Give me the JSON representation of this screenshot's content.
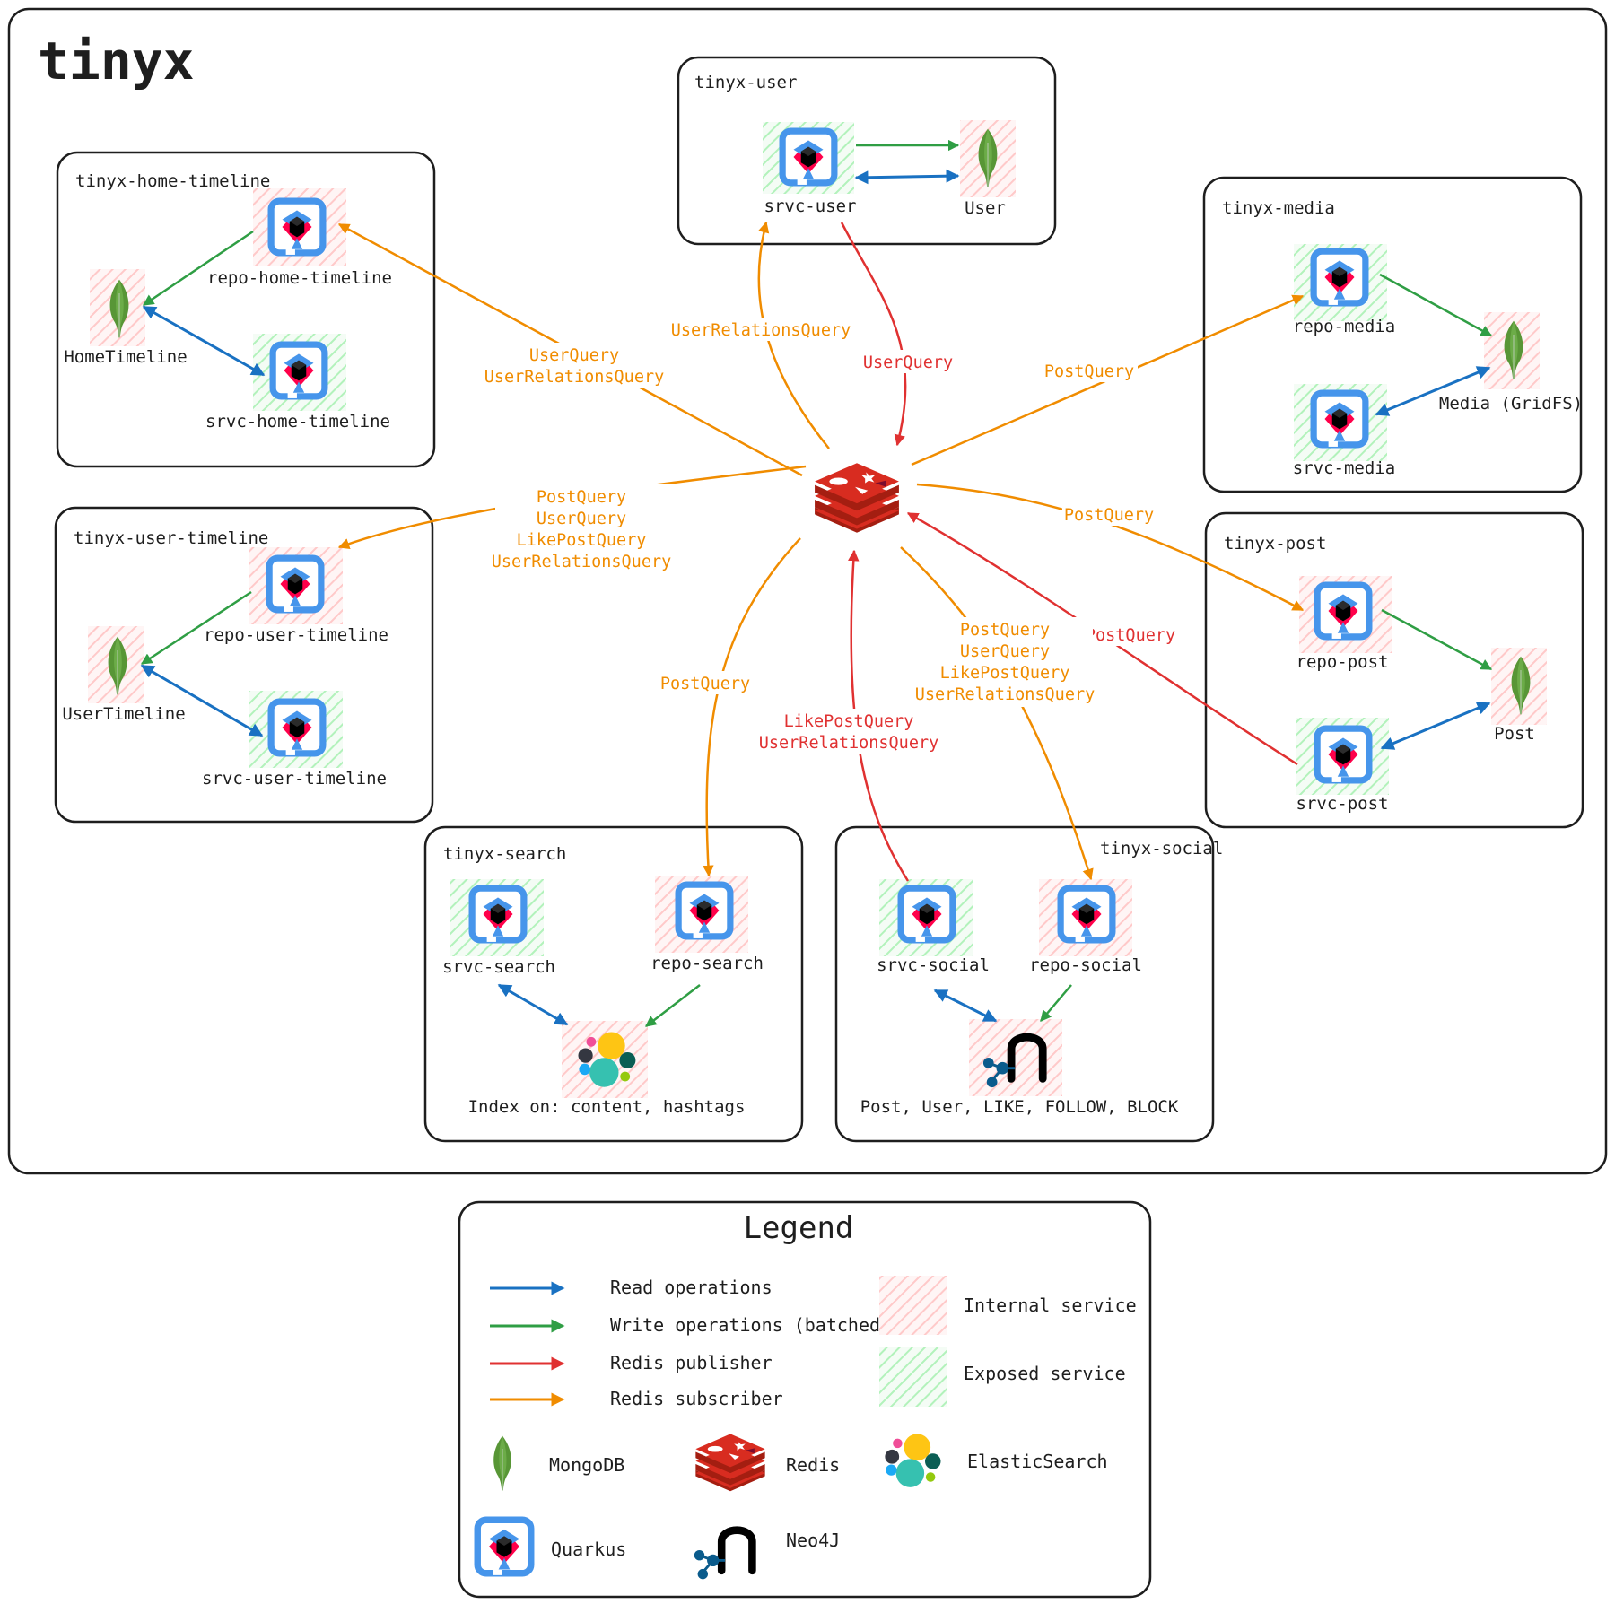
{
  "title": "tinyx",
  "groups": {
    "user": {
      "title": "tinyx-user",
      "service": "srvc-user",
      "db": "User"
    },
    "home_timeline": {
      "title": "tinyx-home-timeline",
      "repo": "repo-home-timeline",
      "service": "srvc-home-timeline",
      "db": "HomeTimeline"
    },
    "user_timeline": {
      "title": "tinyx-user-timeline",
      "repo": "repo-user-timeline",
      "service": "srvc-user-timeline",
      "db": "UserTimeline"
    },
    "media": {
      "title": "tinyx-media",
      "repo": "repo-media",
      "service": "srvc-media",
      "db": "Media (GridFS)"
    },
    "post": {
      "title": "tinyx-post",
      "repo": "repo-post",
      "service": "srvc-post",
      "db": "Post"
    },
    "search": {
      "title": "tinyx-search",
      "repo": "repo-search",
      "service": "srvc-search",
      "db": "Index on: content, hashtags"
    },
    "social": {
      "title": "tinyx-social",
      "repo": "repo-social",
      "service": "srvc-social",
      "db": "Post, User, LIKE, FOLLOW, BLOCK"
    }
  },
  "edge_labels": {
    "home_q1": "UserQuery",
    "home_q2": "UserRelationsQuery",
    "user_rel": "UserRelationsQuery",
    "user_pub": "UserQuery",
    "media_sub": "PostQuery",
    "ut_q1": "PostQuery",
    "ut_q2": "UserQuery",
    "ut_q3": "LikePostQuery",
    "ut_q4": "UserRelationsQuery",
    "post_sub": "PostQuery",
    "post_pub": "PostQuery",
    "search_sub": "PostQuery",
    "social_pub1": "LikePostQuery",
    "social_pub2": "UserRelationsQuery",
    "social_sub1": "PostQuery",
    "social_sub2": "UserQuery",
    "social_sub3": "LikePostQuery",
    "social_sub4": "UserRelationsQuery"
  },
  "legend": {
    "title": "Legend",
    "read": "Read operations",
    "write": "Write operations (batched)",
    "publisher": "Redis publisher",
    "subscriber": "Redis subscriber",
    "internal": "Internal service",
    "exposed": "Exposed service",
    "mongodb": "MongoDB",
    "redis": "Redis",
    "elasticsearch": "ElasticSearch",
    "quarkus": "Quarkus",
    "neo4j": "Neo4J"
  },
  "colors": {
    "read": "#1971c2",
    "write": "#2f9e44",
    "publisher": "#e03131",
    "subscriber": "#f08c00",
    "internal_hatch": "#ffc9c9",
    "exposed_hatch": "#b2f2bb"
  }
}
